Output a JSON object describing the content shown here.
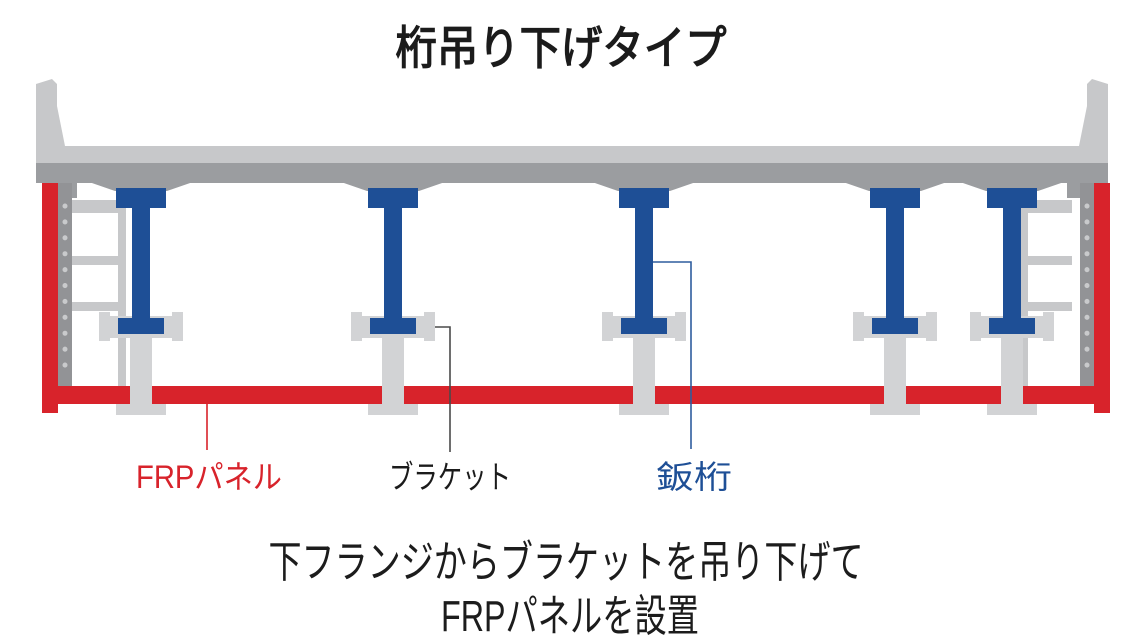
{
  "title": "桁吊り下げタイプ",
  "diagram": {
    "type": "bridge-girder-cross-section",
    "girder_count": 5,
    "labels": {
      "frp_panel": {
        "text": "FRPパネル",
        "color": "#d8232b"
      },
      "bracket": {
        "text": "ブラケット",
        "color": "#1b1b1b"
      },
      "plate_girder": {
        "text": "鈑桁",
        "color": "#1e4f96"
      }
    },
    "colors": {
      "frp_panel_red": "#d8232b",
      "girder_blue": "#1e4f96",
      "deck_light_gray": "#c7c8ca",
      "deck_soffit_gray": "#9b9da0",
      "bracket_gray": "#d2d3d5",
      "rivet_strip_gray": "#929396"
    }
  },
  "caption": {
    "line1": "下フランジからブラケットを吊り下げて",
    "line2": "FRPパネルを設置"
  }
}
